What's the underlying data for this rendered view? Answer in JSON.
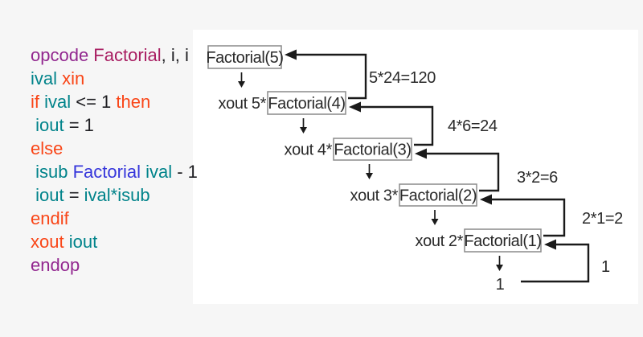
{
  "colors": {
    "purple": "#92278F",
    "crimson": "#A81D61",
    "teal": "#00838A",
    "orange": "#F94517",
    "blue": "#3636DB",
    "dark": "#1F1F23",
    "line": "#1a1a1a",
    "box_border": "#8a8a8a",
    "panel_bg": "#ffffff",
    "page_bg": "#f6f6f6"
  },
  "code": {
    "lines": [
      [
        {
          "t": "opcode",
          "c": "purple"
        },
        {
          "t": " Factorial",
          "c": "crimson"
        },
        {
          "t": ", i, i",
          "c": "dark"
        }
      ],
      [
        {
          "t": "ival",
          "c": "teal"
        },
        {
          "t": " xin",
          "c": "orange"
        }
      ],
      [
        {
          "t": "if",
          "c": "orange"
        },
        {
          "t": " ival",
          "c": "teal"
        },
        {
          "t": " <= 1 ",
          "c": "dark"
        },
        {
          "t": "then",
          "c": "orange"
        }
      ],
      [
        {
          "t": " iout",
          "c": "teal"
        },
        {
          "t": " = 1",
          "c": "dark"
        }
      ],
      [
        {
          "t": "else",
          "c": "orange"
        }
      ],
      [
        {
          "t": " isub",
          "c": "teal"
        },
        {
          "t": " Factorial",
          "c": "blue"
        },
        {
          "t": " ival",
          "c": "teal"
        },
        {
          "t": " - 1",
          "c": "dark"
        }
      ],
      [
        {
          "t": " iout",
          "c": "teal"
        },
        {
          "t": " = ",
          "c": "dark"
        },
        {
          "t": "ival*isub",
          "c": "teal"
        }
      ],
      [
        {
          "t": "endif",
          "c": "orange"
        }
      ],
      [
        {
          "t": "xout",
          "c": "orange"
        },
        {
          "t": " iout",
          "c": "teal"
        }
      ],
      [
        {
          "t": "endop",
          "c": "purple"
        }
      ]
    ]
  },
  "diagram": {
    "rows": [
      {
        "prefix": "",
        "box": "Factorial(5)"
      },
      {
        "prefix": "xout 5*",
        "box": "Factorial(4)"
      },
      {
        "prefix": "xout 4*",
        "box": "Factorial(3)"
      },
      {
        "prefix": "xout 3*",
        "box": "Factorial(2)"
      },
      {
        "prefix": "xout 2*",
        "box": "Factorial(1)"
      }
    ],
    "return_labels": [
      "5*24=120",
      "4*6=24",
      "3*2=6",
      "2*1=2",
      "1"
    ],
    "base_value": "1"
  }
}
